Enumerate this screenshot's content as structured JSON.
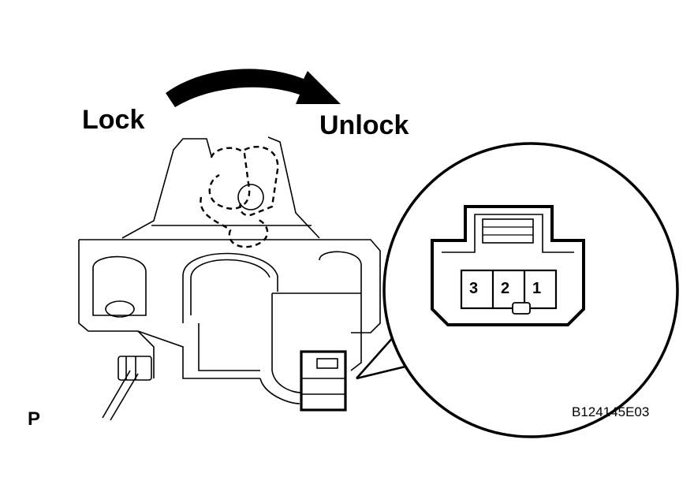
{
  "labels": {
    "lock": "Lock",
    "unlock": "Unlock",
    "corner_mark": "P",
    "figure_code": "B124145E03"
  },
  "connector": {
    "pins": [
      "3",
      "2",
      "1"
    ]
  },
  "colors": {
    "line": "#000000",
    "background": "#ffffff"
  }
}
